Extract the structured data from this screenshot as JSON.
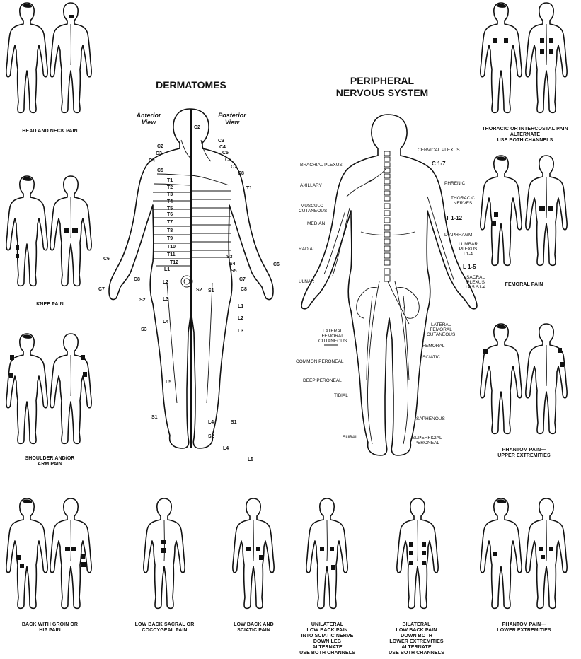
{
  "titles": {
    "dermatomes": "DERMATOMES",
    "peripheral": [
      "PERIPHERAL",
      "NERVOUS SYSTEM"
    ]
  },
  "views": {
    "anterior": [
      "Anterior",
      "View"
    ],
    "posterior": [
      "Posterior",
      "View"
    ]
  },
  "captions": {
    "head_neck": [
      "HEAD AND NECK PAIN"
    ],
    "knee": [
      "KNEE PAIN"
    ],
    "shoulder_arm": [
      "SHOULDER AND/OR",
      "ARM PAIN"
    ],
    "thoracic": [
      "THORACIC OR INTERCOSTAL PAIN",
      "ALTERNATE",
      "USE BOTH CHANNELS"
    ],
    "femoral": [
      "FEMORAL PAIN"
    ],
    "phantom_upper": [
      "PHANTOM PAIN—",
      "UPPER EXTREMITIES"
    ],
    "back_groin": [
      "BACK WITH GROIN OR",
      "HIP PAIN"
    ],
    "low_back_sacral": [
      "LOW BACK SACRAL OR",
      "COCCYGEAL PAIN"
    ],
    "low_back_sciatic": [
      "LOW BACK AND",
      "SCIATIC PAIN"
    ],
    "unilateral": [
      "UNILATERAL",
      "LOW BACK PAIN",
      "INTO SCIATIC NERVE",
      "DOWN LEG",
      "ALTERNATE",
      "USE BOTH CHANNELS"
    ],
    "bilateral": [
      "BILATERAL",
      "LOW BACK PAIN",
      "DOWN BOTH",
      "LOWER EXTREMITIES",
      "ALTERNATE",
      "USE BOTH CHANNELS"
    ],
    "phantom_lower": [
      "PHANTOM PAIN—",
      "LOWER EXTREMITIES"
    ]
  },
  "dermatome_labels": {
    "c2a": "C2",
    "c3a": "C3",
    "c4a": "C4",
    "c5a": "C5",
    "c2p": "C2",
    "c3p": "C3",
    "c4p": "C4",
    "c5p": "C5",
    "c6p": "C6",
    "c7p": "C7",
    "c8p": "C8",
    "t1": "T1",
    "t2": "T2",
    "t3": "T3",
    "t4": "T4",
    "t5": "T5",
    "t6": "T6",
    "t7": "T7",
    "t8": "T8",
    "t9": "T9",
    "t10": "T10",
    "t11": "T11",
    "t12": "T12",
    "t1p": "T1",
    "l1a": "L1",
    "l2a": "L2",
    "l3a": "L3",
    "l4a": "L4",
    "l5a": "L5",
    "l1p": "L1",
    "l2p": "L2",
    "l3p": "L3",
    "l4p": "L4",
    "l5p": "L5",
    "l4p2": "L4",
    "s1a": "S1",
    "s2a": "S2",
    "s3a": "S3",
    "s1p": "S1",
    "s2p": "S2",
    "s1p2": "S1",
    "s2p2": "S2",
    "s3p": "S3",
    "s4p": "S4",
    "s5p": "S5",
    "c6l": "C6",
    "c7l": "C7",
    "c8l": "C8",
    "c6r": "C6",
    "c7r": "C7",
    "c8r": "C8"
  },
  "nerve_labels": {
    "cervical_plexus": "CERVICAL PLEXUS",
    "c17": "C 1-7",
    "phrenic": "PHRENIC",
    "thoracic_nerves": [
      "THORACIC",
      "NERVES"
    ],
    "t112": "T 1-12",
    "diaphragm": "DIAPHRAGM",
    "lumbar_plexus": [
      "LUMBAR",
      "PLEXUS",
      "L1-4"
    ],
    "l15": "L 1-5",
    "sacral_plexus": [
      "SACRAL",
      "PLEXUS",
      "L4 5 S1-4"
    ],
    "brachial_plexus": "BRACHIAL PLEXUS",
    "axillary": "AXILLARY",
    "musculo": [
      "MUSCULO-",
      "CUTANEOUS"
    ],
    "median": "MEDIAN",
    "radial": "RADIAL",
    "ulnar": "ULNAR",
    "lateral_femoral_left": [
      "LATERAL",
      "FEMORAL",
      "CUTANEOUS"
    ],
    "lateral_femoral_right": [
      "LATERAL",
      "FEMORAL",
      "CUTANEOUS"
    ],
    "femoral": "FEMORAL",
    "sciatic": "SCIATIC",
    "common_peroneal": "COMMON PERONEAL",
    "deep_peroneal": "DEEP PERONEAL",
    "tibial": "TIBIAL",
    "saphenous": "SAPHENOUS",
    "sural": "SURAL",
    "superficial_peroneal": [
      "SUPERFICIAL",
      "PERONEAL"
    ]
  }
}
